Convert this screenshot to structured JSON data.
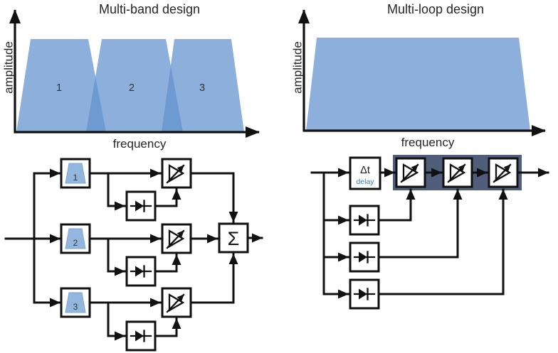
{
  "figure": {
    "left": {
      "title": "Multi-band design",
      "y_axis_label": "amplitude",
      "x_axis_label": "frequency",
      "band_labels": [
        "1",
        "2",
        "3"
      ],
      "filter_labels": [
        "1",
        "2",
        "3"
      ],
      "sum_symbol": "Σ"
    },
    "right": {
      "title": "Multi-loop design",
      "y_axis_label": "amplitude",
      "x_axis_label": "frequency",
      "delay_symbol": "Δt",
      "delay_label": "delay"
    },
    "colors": {
      "band_fill": "#5f91cd",
      "filter_fill": "#93b6de",
      "filter_border": "#7fa5cf",
      "highlight_strip": "#505e7b",
      "delay_label_text": "#2f7bbf",
      "line": "#111111"
    }
  }
}
